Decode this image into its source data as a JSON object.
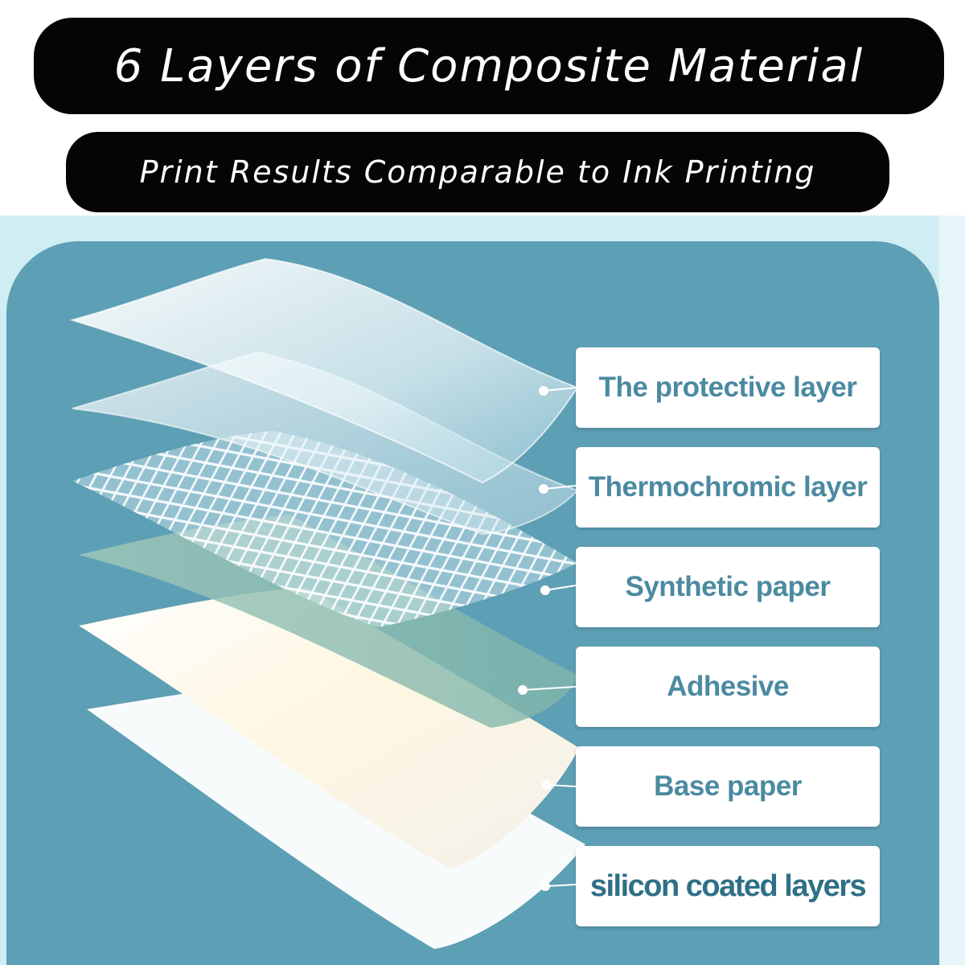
{
  "title": "6 Layers of Composite Material",
  "subtitle": "Print Results Comparable to Ink Printing",
  "layers": [
    {
      "label": "The protective layer"
    },
    {
      "label": "Thermochromic layer"
    },
    {
      "label": "Synthetic paper"
    },
    {
      "label": "Adhesive"
    },
    {
      "label": "Base paper"
    },
    {
      "label": "silicon coated layers"
    }
  ],
  "colors": {
    "banner": "#050505",
    "panel": "#5d9fb5",
    "backdrop": "#cfeef3",
    "label_text": "#4b8aa1"
  }
}
